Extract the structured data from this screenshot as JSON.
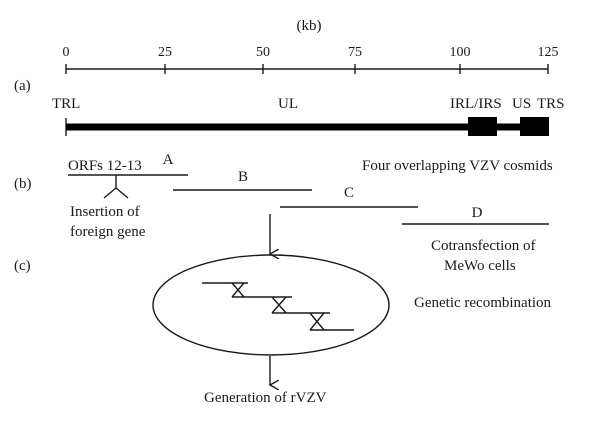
{
  "scale": {
    "unit": "(kb)",
    "ticks": [
      "0",
      "25",
      "50",
      "75",
      "100",
      "125"
    ]
  },
  "panels": {
    "a": "(a)",
    "b": "(b)",
    "c": "(c)"
  },
  "genome": {
    "trl": "TRL",
    "ul": "UL",
    "irl_irs": "IRL/IRS",
    "us": "US",
    "trs": "TRS"
  },
  "cosmids": {
    "title": "Four overlapping VZV cosmids",
    "a": "A",
    "b": "B",
    "c": "C",
    "d": "D",
    "orfs": "ORFs 12-13",
    "insertion_line1": "Insertion of",
    "insertion_line2": "foreign gene"
  },
  "steps": {
    "cotransfection_line1": "Cotransfection of",
    "cotransfection_line2": "MeWo cells",
    "recombination": "Genetic recombination",
    "generation": "Generation of rVZV"
  }
}
